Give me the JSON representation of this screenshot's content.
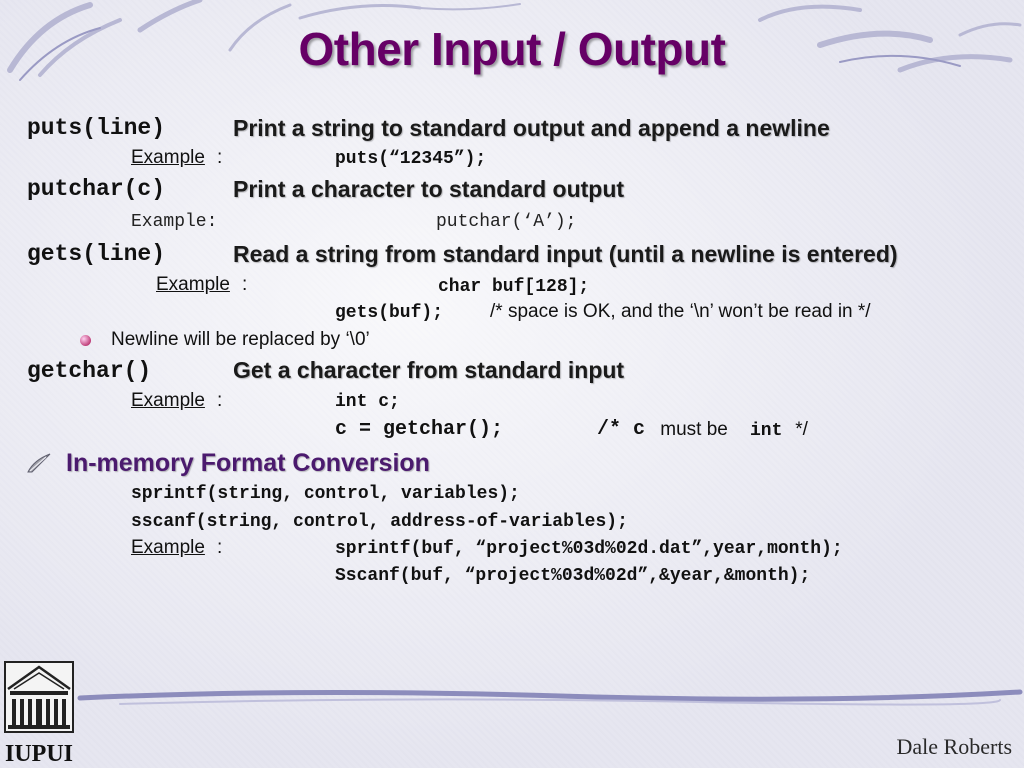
{
  "title": "Other Input / Output",
  "entries": {
    "puts": {
      "cmd": "puts(line)",
      "desc": "Print a string to standard output and append a newline",
      "example_label": "Example",
      "example_code": "puts(“12345”);"
    },
    "putchar": {
      "cmd": "putchar(c)",
      "desc": "Print a character to standard output",
      "example_text": "Example:",
      "example_code": "putchar(‘A’);"
    },
    "gets": {
      "cmd": "gets(line)",
      "desc": "Read a string from standard input (until a newline is entered)",
      "example_label": "Example",
      "example_code1": "char buf[128];",
      "example_code2": "gets(buf);",
      "example_comment": "/* space is OK, and the ‘\\n’ won’t be read in */",
      "note": "Newline will be replaced by ‘\\0’"
    },
    "getchar": {
      "cmd": "getchar()",
      "desc": "Get a character from standard input",
      "example_label": "Example",
      "example_code1": "int c;",
      "example_code2": "c = getchar();",
      "comment_open": "/* c",
      "comment_mid": " must be ",
      "comment_int": "int",
      "comment_close": " */"
    }
  },
  "conversion": {
    "heading": "In-memory Format Conversion",
    "line1": "sprintf(string, control, variables);",
    "line2": "sscanf(string, control, address-of-variables);",
    "example_label": "Example",
    "example_code1": "sprintf(buf, “project%03d%02d.dat”,year,month);",
    "example_code2": "Sscanf(buf, “project%03d%02d”,&year,&month);"
  },
  "colon": ":",
  "logo_text": "IUPUI",
  "author": "Dale Roberts",
  "colors": {
    "title": "#660066",
    "accent": "#8080b0"
  }
}
